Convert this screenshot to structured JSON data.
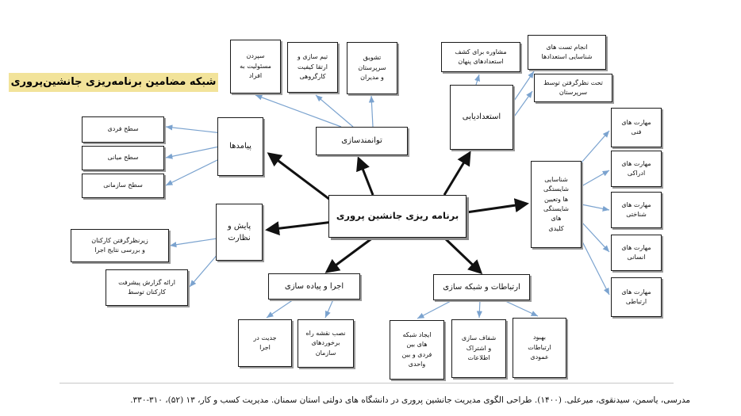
{
  "title": "شبکه مضامین برنامه‌ریزی جانشین‌پروری",
  "center": "برنامه ریزی جانشین پروری",
  "themes": {
    "empowerment": "توانمندسازی",
    "talent": "استعدادیابی",
    "skills_id": "شناسایی\nشایستگی\nها وتعیین\nشایستگی\nهای\nکلیدی",
    "networking": "ارتباطات و شبکه سازی",
    "implementation": "اجرا و پیاده سازی",
    "monitoring": "پایش و\nنظارت",
    "outcomes": "پیامدها"
  },
  "subthemes": {
    "emp_1": "سپردن\nمسئولیت به\nافراد",
    "emp_2": "تیم سازی و\nارتقا کیفیت\nکارگروهی",
    "emp_3": "تشویق\nسرپرستان\nو مدیران",
    "tal_1": "مشاوره برای کشف\nاستعدادهای پنهان",
    "tal_2": "انجام تست های\nشناسایی استعدادها",
    "tal_3": "تحت نظرگرفتن توسط\nسرپرستان",
    "skl_1": "مهارت های\nفنی",
    "skl_2": "مهارت های\nادراکی",
    "skl_3": "مهارت های\nشناختی",
    "skl_4": "مهارت های\nانسانی",
    "skl_5": "مهارت های\nارتباطی",
    "net_1": "بهبود\nارتباطات\nعمودی",
    "net_2": "شفاف سازی\nو اشتراک\nاطلاعات",
    "net_3": "ایجاد شبکه\nهای بین\nفردی و بین\nواحدی",
    "imp_1": "نصب نقشه راه\nبرخوردهای\nسازمان",
    "imp_2": "جدیت در\nاجرا",
    "mon_1": "زیرنظرگرفتن کارکنان\nو بررسی نتایج اجرا",
    "mon_2": "ارائه گزارش پیشرفت\nکارکنان توسط",
    "out_1": "سطح فردی",
    "out_2": "سطح میانی",
    "out_3": "سطح سازمانی"
  },
  "citation": "مدرسی، یاسمن،  سیدنقوی، میرعلی. (۱۴۰۰). طراحی الگوی مدیریت جانشین پروری در دانشگاه های دولتی استان سمنان. مدیریت کسب و کار، ۱۳ (۵۲)، ۳۱۰-۳۳۰.",
  "colors": {
    "title_bg": "#f2e39a",
    "thin_arrow": "#7ba3cf",
    "thick_arrow": "#111111"
  }
}
